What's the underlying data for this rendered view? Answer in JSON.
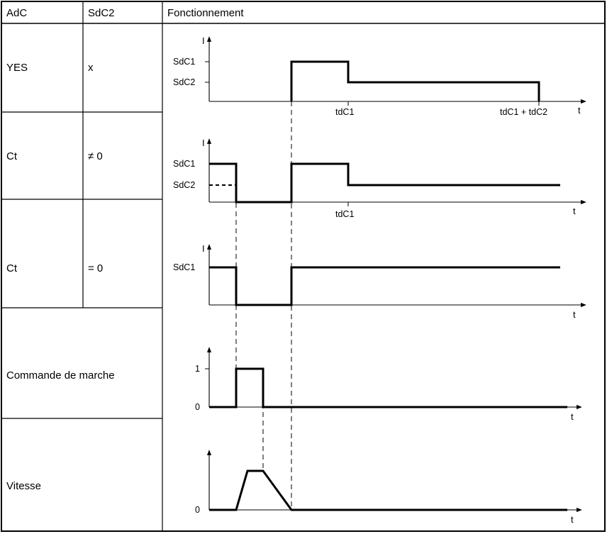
{
  "header": {
    "col_adc": "AdC",
    "col_sdc2": "SdC2",
    "col_fonctionnement": "Fonctionnement"
  },
  "rows": [
    {
      "adc": "YES",
      "sdc2": "x"
    },
    {
      "adc": "Ct",
      "sdc2": "≠ 0"
    },
    {
      "adc": "Ct",
      "sdc2": "= 0"
    },
    {
      "label": "Commande de marche"
    },
    {
      "label": "Vitesse"
    }
  ],
  "graphs": {
    "g1": {
      "y_axis": "I",
      "y_levels": [
        "SdC1",
        "SdC2"
      ],
      "x_marks": [
        "tdC1",
        "tdC1 + tdC2"
      ],
      "x_axis": "t"
    },
    "g2": {
      "y_axis": "I",
      "y_levels": [
        "SdC1",
        "SdC2"
      ],
      "x_marks": [
        "tdC1"
      ],
      "x_axis": "t"
    },
    "g3": {
      "y_axis": "I",
      "y_levels": [
        "SdC1"
      ],
      "x_axis": "t"
    },
    "g4": {
      "y_levels": [
        "1",
        "0"
      ],
      "x_axis": "t"
    },
    "g5": {
      "y_levels": [
        "0"
      ],
      "x_axis": "t"
    }
  }
}
